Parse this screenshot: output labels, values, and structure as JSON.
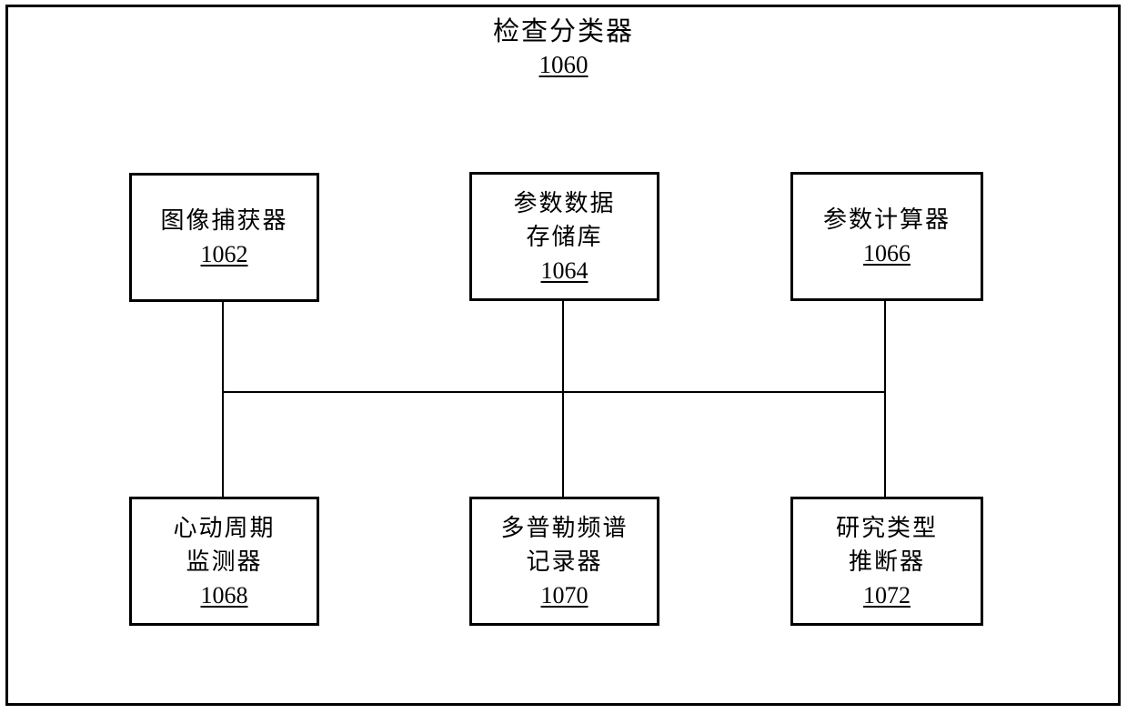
{
  "diagram": {
    "title": {
      "label": "检查分类器",
      "ref": "1060"
    },
    "nodes": [
      {
        "id": "image-capturer",
        "line1": "图像捕获器",
        "ref": "1062"
      },
      {
        "id": "parameter-data-store",
        "line1": "参数数据",
        "line2": "存储库",
        "ref": "1064"
      },
      {
        "id": "parameter-calculator",
        "line1": "参数计算器",
        "ref": "1066"
      },
      {
        "id": "cardiac-cycle-monitor",
        "line1": "心动周期",
        "line2": "监测器",
        "ref": "1068"
      },
      {
        "id": "doppler-spectrum-recorder",
        "line1": "多普勒频谱",
        "line2": "记录器",
        "ref": "1070"
      },
      {
        "id": "study-type-inferrer",
        "line1": "研究类型",
        "line2": "推断器",
        "ref": "1072"
      }
    ],
    "colors": {
      "line": "#000000",
      "background": "#ffffff"
    }
  }
}
